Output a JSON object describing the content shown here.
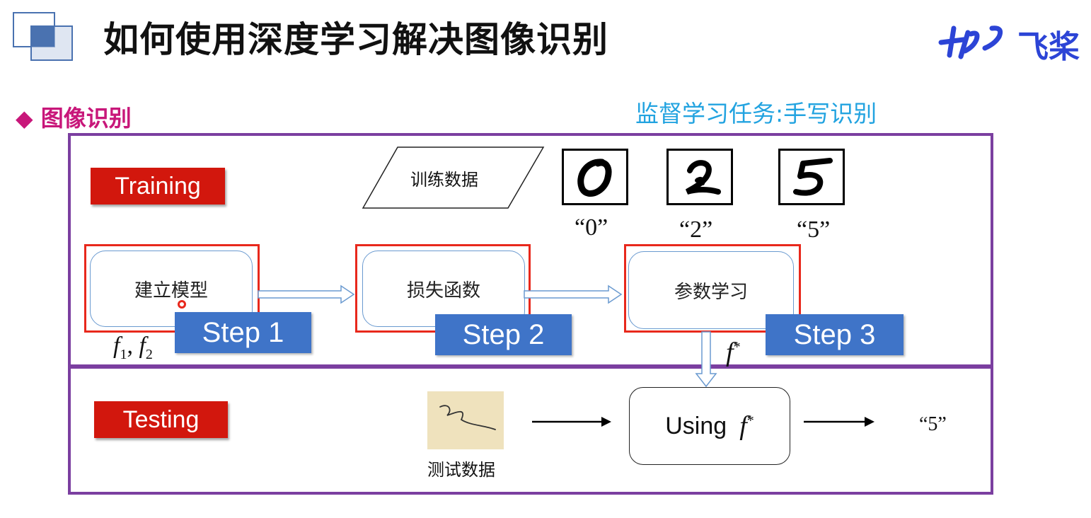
{
  "header": {
    "title": "如何使用深度学习解决图像识别",
    "logo_text": "飞桨",
    "colors": {
      "logo": "#2c44d6",
      "square_dark": "#4a72b0",
      "square_light": "#c9d6ea"
    }
  },
  "section": {
    "label": "图像识别",
    "bullet": "◆",
    "color": "#c8177a"
  },
  "subtitle": "监督学习任务:手写识别",
  "training": {
    "label": "Training",
    "data_label": "训练数据",
    "digits": [
      {
        "glyph": "0",
        "caption": "“0”"
      },
      {
        "glyph": "2",
        "caption": "“2”"
      },
      {
        "glyph": "5",
        "caption": "“5”"
      }
    ],
    "steps": [
      {
        "box_label": "建立模型",
        "step_label": "Step 1"
      },
      {
        "box_label": "损失函数",
        "step_label": "Step 2"
      },
      {
        "box_label": "参数学习",
        "step_label": "Step 3"
      }
    ],
    "model_candidates": {
      "f": "f",
      "sub1": "1",
      "sep": ",",
      "sub2": "2"
    },
    "optimal": {
      "f": "f",
      "sup": "*"
    }
  },
  "testing": {
    "label": "Testing",
    "data_label": "测试数据",
    "using_word": "Using",
    "using_f": "f",
    "using_sup": "*",
    "result": "“5”"
  },
  "colors": {
    "panel": "#7b3fa0",
    "label_red": "#d2170d",
    "step_blue": "#3f74c8",
    "subtitle": "#22a3e0",
    "arrow_outline": "#6a9ad0"
  }
}
